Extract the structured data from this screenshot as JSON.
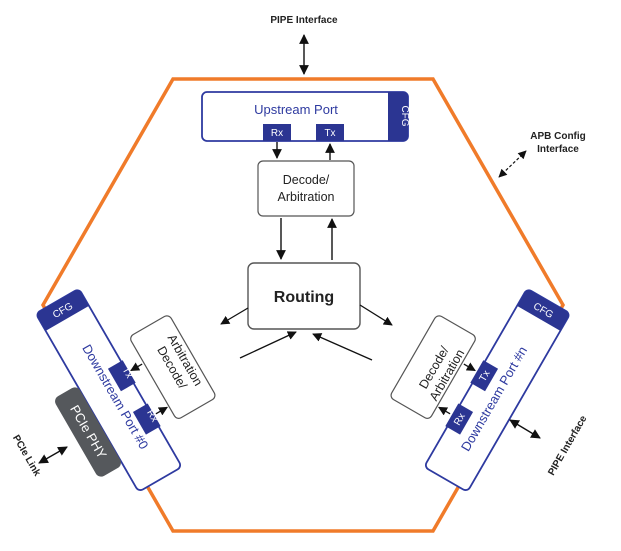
{
  "labels": {
    "pipe_top": "PIPE Interface",
    "apb_line1": "APB Config",
    "apb_line2": "Interface",
    "pipe_right": "PIPE Interface",
    "pcie_link": "PCIe Link"
  },
  "upstream": {
    "title": "Upstream Port",
    "cfg": "CFG",
    "rx": "Rx",
    "tx": "Tx"
  },
  "decode_top": {
    "line1": "Decode/",
    "line2": "Arbitration"
  },
  "routing": "Routing",
  "downstream_left": {
    "title": "Downstream Port #0",
    "cfg": "CFG",
    "tx": "Tx",
    "rx": "Rx",
    "decode_line1": "Decode/",
    "decode_line2": "Arbitration"
  },
  "downstream_right": {
    "title": "Downstream Port #n",
    "cfg": "CFG",
    "tx": "Tx",
    "rx": "Rx",
    "decode_line1": "Decode/",
    "decode_line2": "Arbitration"
  },
  "phy": "PCIe PHY",
  "colors": {
    "hexagon": "#f07b2a",
    "port_blue": "#2e3aa0",
    "tag_blue": "#2b3592",
    "phy_gray": "#55585c"
  }
}
